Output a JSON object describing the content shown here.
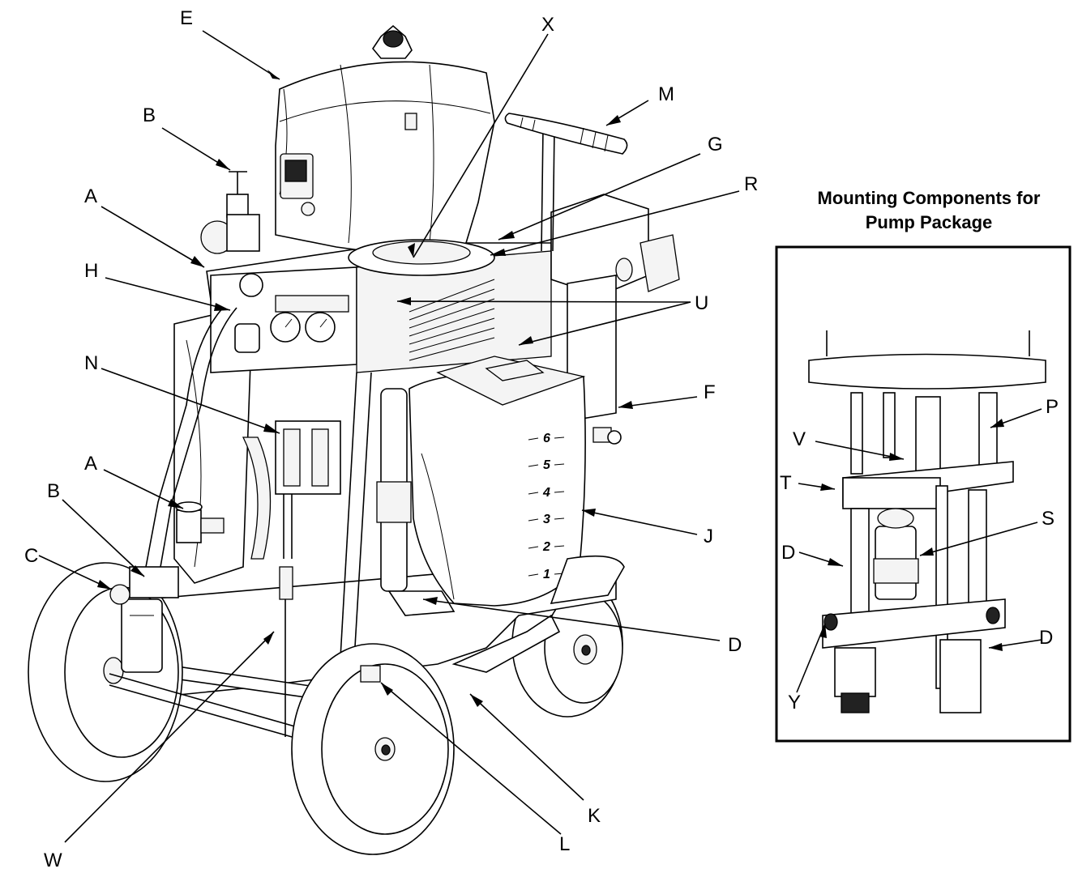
{
  "inset": {
    "title_line1": "Mounting Components for",
    "title_line2": "Pump Package"
  },
  "callouts": {
    "E": "E",
    "X": "X",
    "M": "M",
    "B_top": "B",
    "G": "G",
    "R": "R",
    "A_top": "A",
    "H": "H",
    "U": "U",
    "N": "N",
    "F": "F",
    "A_mid": "A",
    "B_mid": "B",
    "C": "C",
    "J": "J",
    "D_main": "D",
    "K": "K",
    "L": "L",
    "W": "W"
  },
  "inset_callouts": {
    "P": "P",
    "V": "V",
    "T": "T",
    "S": "S",
    "D_left": "D",
    "D_right": "D",
    "Y": "Y"
  },
  "hopper_marks": [
    "6",
    "5",
    "4",
    "3",
    "2",
    "1"
  ]
}
